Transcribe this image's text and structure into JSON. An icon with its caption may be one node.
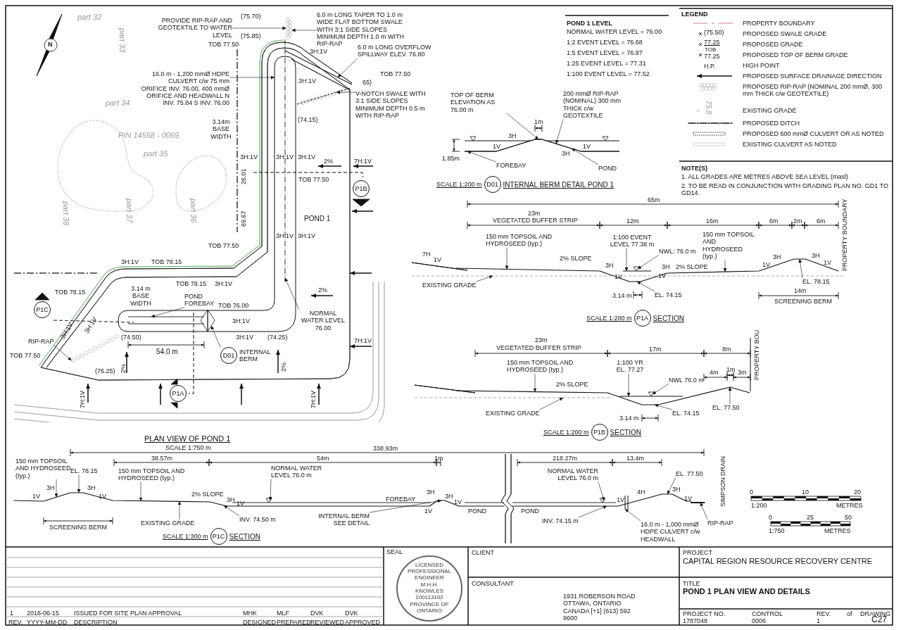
{
  "diagram": {
    "nodes": [
      {
        "text": [],
        "shape": "picture"
      },
      {
        "text": [
          "PROVIDE RIP-RAP AND GEOTEXTILE TO WATER LEVEL"
        ],
        "in": 0
      },
      {
        "text": [
          "6.0 m LONG TAPER TO 1.0 m WIDE FLAT BOTTOM SWALE WITH 3:1 SIDE SLOPES MINIMUM DEPTH 1.0 m WITH RIP-RAP"
        ],
        "in": 0
      },
      {
        "text": [
          "6.0 m LONG OVERFLOW SPILLWAY ELEV. 76.80"
        ],
        "in": 0
      },
      {
        "text": [
          "16.0 m - 1,200 mmØ HDPE CULVERT c/w 75 mm ORIFICE INV. 76.00, 400 mmØ ORIFICE AND HEADWALL N INV. 75.84 S INV. 76.00"
        ],
        "in": 0
      },
      {
        "text": [
          "V-NOTCH SWALE WITH 3:1 SIDE SLOPES MINIMUM DEPTH 0.5 m WITH RIP-RAP"
        ],
        "in": 0
      },
      {
        "text": [
          "POND FOREBAY"
        ],
        "in": 0
      },
      {
        "text": [
          "NORMAL WATER LEVEL 76.00"
        ],
        "in": 0
      },
      {
        "text": [
          "RIP-RAP"
        ],
        "in": 0
      },
      {
        "text": [
          "D01"
        ],
        "beside": [
          "INTERNAL BERM"
        ],
        "in": 0
      },
      {
        "text": [
          "P1A"
        ],
        "in": 0
      },
      {
        "text": [
          "P1B"
        ],
        "in": 0
      },
      {
        "text": [
          "P1C"
        ],
        "in": 0
      },
      {
        "text": [],
        "shape": "picture"
      },
      {
        "text": [
          "TOP OF BERM ELEVATION AS 76.00 m"
        ],
        "in": 13
      },
      {
        "text": [
          "200 mmØ RIP-RAP (NOMINAL) 300 mm THICK c/w GEOTEXTILE"
        ],
        "in": 13
      },
      {
        "text": [
          "FOREBAY"
        ],
        "in": 13
      },
      {
        "text": [
          "POND"
        ],
        "in": 13
      },
      {
        "text": [
          "D01"
        ],
        "beside": [
          "SCALE 1:200 m",
          "INTERNAL BERM DETAIL POND 1"
        ]
      },
      {
        "text": [],
        "shape": "picture"
      },
      {
        "text": [
          "150 mm TOPSOIL AND HYDROSEED (typ.)"
        ],
        "in": 19
      },
      {
        "text": [
          "EXISTING GRADE"
        ],
        "in": 19
      },
      {
        "text": [
          "1:100 EVENT LEVEL 77.38 m"
        ],
        "in": 19
      },
      {
        "text": [
          "NWL: 76.0 m"
        ],
        "in": 19
      },
      {
        "text": [
          "EL. 74.15"
        ],
        "in": 19
      },
      {
        "text": [
          "150 mm TOPSOIL AND HYDROSEED (typ.)"
        ],
        "in": 19
      },
      {
        "text": [
          "EL. 78.15"
        ],
        "in": 19
      },
      {
        "text": [
          "P1A"
        ],
        "beside": [
          "SCALE 1:200 m",
          "SECTION"
        ]
      },
      {
        "text": [],
        "shape": "picture"
      },
      {
        "text": [
          "150 mm TOPSOIL AND HYDROSEED (typ.)"
        ],
        "in": 28
      },
      {
        "text": [
          "EXISTING GRADE"
        ],
        "in": 28
      },
      {
        "text": [
          "1:100 YR EL. 77.27"
        ],
        "in": 28
      },
      {
        "text": [
          "NWL 76.0 m"
        ],
        "in": 28
      },
      {
        "text": [
          "EL. 74.15"
        ],
        "in": 28
      },
      {
        "text": [
          "EL. 77.50"
        ],
        "in": 28
      },
      {
        "text": [
          "P1B"
        ],
        "beside": [
          "SCALE 1:200 m",
          "SECTION"
        ]
      },
      {
        "text": [],
        "shape": "picture"
      },
      {
        "text": [
          "150 mm TOPSOIL AND HYDROSEED (typ.)"
        ],
        "in": 36
      },
      {
        "text": [
          "EL. 78.15"
        ],
        "in": 36
      },
      {
        "text": [
          "150 mm TOPSOIL AND HYDROSEED (typ.)"
        ],
        "in": 36
      },
      {
        "text": [
          "EXISTING GRADE"
        ],
        "in": 36
      },
      {
        "text": [
          "INV. 74.50 m"
        ],
        "in": 36
      },
      {
        "text": [
          "NORMAL WATER LEVEL 76.0 m"
        ],
        "in": 36
      },
      {
        "text": [
          "INTERNAL BERM SEE DETAIL"
        ],
        "in": 36
      },
      {
        "text": [
          "NORMAL WATER LEVEL 76.0 m"
        ],
        "in": 36
      },
      {
        "text": [
          "INV. 74.15 m"
        ],
        "in": 36
      },
      {
        "text": [
          "16.0 m - 1,000 mmØ HDPE CULVERT c/w HEADWALL"
        ],
        "in": 36
      },
      {
        "text": [
          "EL. 77.50"
        ],
        "in": 36
      },
      {
        "text": [
          "RIP-RAP"
        ],
        "in": 36
      },
      {
        "text": [
          "P1C"
        ],
        "beside": [
          "SCALE 1:300 m",
          "SECTION"
        ],
        "in": 36
      },
      {
        "text": [
          "LICENSED PROFESSIONAL ENGINEER",
          "M.H.H. KNOWLES",
          "100113102",
          "PROVINCE OF ONTARIO"
        ]
      }
    ],
    "edges": [
      {
        "from": 1,
        "to": 0,
        "arrow": "to"
      },
      {
        "from": 2,
        "to": 0,
        "arrow": "to"
      },
      {
        "from": 3,
        "to": 0,
        "arrow": "to"
      },
      {
        "from": 4,
        "to": 0,
        "arrow": "to"
      },
      {
        "from": 5,
        "to": 0,
        "arrow": "to"
      },
      {
        "from": 6,
        "to": 0,
        "arrow": "to"
      },
      {
        "from": 7,
        "to": 0,
        "arrow": "to"
      },
      {
        "from": 8,
        "to": 0,
        "arrow": "to"
      },
      {
        "from": 9,
        "to": 0,
        "arrow": "to"
      },
      {
        "from": 14,
        "to": 13,
        "arrow": "to"
      },
      {
        "from": 15,
        "to": 13,
        "arrow": "to"
      },
      {
        "from": 16,
        "to": 13,
        "arrow": "to"
      },
      {
        "from": 17,
        "to": 13,
        "arrow": "to"
      },
      {
        "from": 20,
        "to": 19,
        "arrow": "to"
      },
      {
        "from": 21,
        "to": 19,
        "arrow": "to"
      },
      {
        "from": 22,
        "to": 19,
        "arrow": "to"
      },
      {
        "from": 23,
        "to": 19,
        "arrow": "to"
      },
      {
        "from": 24,
        "to": 19,
        "arrow": "to"
      },
      {
        "from": 25,
        "to": 19,
        "arrow": "to"
      },
      {
        "from": 26,
        "to": 19,
        "arrow": "to"
      },
      {
        "from": 29,
        "to": 28,
        "arrow": "to"
      },
      {
        "from": 30,
        "to": 28,
        "arrow": "to"
      },
      {
        "from": 31,
        "to": 28,
        "arrow": "to"
      },
      {
        "from": 32,
        "to": 28,
        "arrow": "to"
      },
      {
        "from": 33,
        "to": 28,
        "arrow": "to"
      },
      {
        "from": 34,
        "to": 28,
        "arrow": "to"
      },
      {
        "from": 37,
        "to": 36,
        "arrow": "to"
      },
      {
        "from": 38,
        "to": 36,
        "arrow": "to"
      },
      {
        "from": 39,
        "to": 36,
        "arrow": "to"
      },
      {
        "from": 40,
        "to": 36,
        "arrow": "to"
      },
      {
        "from": 41,
        "to": 36,
        "arrow": "to"
      },
      {
        "from": 42,
        "to": 36,
        "arrow": "to"
      },
      {
        "from": 43,
        "to": 36,
        "arrow": "to"
      },
      {
        "from": 44,
        "to": 36,
        "arrow": "to"
      },
      {
        "from": 45,
        "to": 36,
        "arrow": "to"
      },
      {
        "from": 46,
        "to": 36,
        "arrow": "to"
      },
      {
        "from": 47,
        "to": 36,
        "arrow": "to"
      },
      {
        "from": 48,
        "to": 36,
        "arrow": "to"
      }
    ],
    "labels": [
      "(75.70)",
      "(75.85)",
      "TOB 77.50",
      "3H:1V",
      "3H:1V",
      "(74.15)",
      "TOB 77.50",
      "65)",
      "7H:1V",
      "part 32",
      "part 33",
      "part 34",
      "PIN 14558 - 0069",
      "part 35",
      "part 38",
      "part 37",
      "part 36",
      "3.14m BASE WIDTH",
      "3H:1V",
      "3H:1V",
      "3H:1V",
      "2%",
      "26.01",
      "TOB 77.50",
      "69.67",
      "POND 1",
      "3H:1V",
      "TOB 77.50",
      "3H:1V",
      "3H:1V",
      "TOB 78.15",
      "TOB 78.15",
      "3H:1V",
      "TOB 78.15",
      "3.14 m BASE WIDTH",
      "3H:1V",
      "(74.50)",
      "3H:1V",
      "TOB 76.00",
      "(74.25)",
      "2%",
      "54.0 m",
      "3H:1V",
      "3H:1V",
      "TOB 77.50",
      "(76.25)",
      "2%",
      "2%",
      "7H:1V",
      "7H:1V",
      "7H:1V",
      "PLAN VIEW OF POND 1",
      "SCALE 1:750 m",
      "POND 1 LEVEL",
      "NORMAL WATER LEVEL = 76.00",
      "1:2 EVENT LEVEL = 76.68",
      "1:5 EVENT LEVEL = 76.97",
      "1:25 EVENT LEVEL = 77.31",
      "1:100 EVENT LEVEL = 77.52",
      "1m",
      "1V",
      "3H",
      "3H",
      "1V",
      "1.85m",
      "LEGEND",
      "(75.50)",
      "77.25",
      "TOB",
      "77.25",
      "H.P.",
      "75.8",
      "NOTE(S)",
      "1. ALL GRADES ARE METRES ABOVE SEA LEVEL (masl)",
      "2. TO BE READ IN CONJUNCTION WITH GRADING PLAN NO. GD1 TO GD14.",
      "65m",
      "23m",
      "VEGETATED BUFFER STRIP",
      "12m",
      "16m",
      "6m",
      "2m",
      "6m",
      "7H",
      "1V",
      "2% SLOPE",
      "3H",
      "1V",
      "1V",
      "3H",
      "2% SLOPE",
      "1V",
      "3H",
      "3H",
      "1V",
      "3.14 m",
      "14m",
      "SCREENING BERM",
      "PROPERTY BOUNDARY",
      "23m",
      "VEGETATED BUFFER STRIP",
      "17m",
      "8m",
      "4m",
      "1m",
      "3m",
      "2% SLOPE",
      "3.14 m",
      "PROPERTY BOU",
      "338.93m",
      "38.57m",
      "54m",
      "1m",
      "218.27m",
      "13.4m",
      "1V",
      "3H",
      "3H",
      "1V",
      "2% SLOPE",
      "SCREENING BERM",
      "3H",
      "1V",
      "FOREBAY",
      "1V",
      "3H",
      "3H",
      "1V",
      "POND",
      "POND",
      "1V",
      "4H",
      "3H",
      "1V",
      "SIMPSON DRAIN",
      "0",
      "10",
      "20",
      "1:200",
      "METRES",
      "0",
      "25",
      "50",
      "1:750",
      "METRES",
      "1",
      "2018-06-15",
      "ISSUED FOR SITE PLAN APPROVAL",
      "MHK",
      "MLF",
      "DVK",
      "DVK",
      "REV.",
      "YYYY-MM-DD",
      "DESCRIPTION",
      "DESIGNED",
      "PREPARED",
      "REVIEWED",
      "APPROVED",
      "SEAL",
      "CLIENT",
      "CONSULTANT",
      "1931 ROBERSON ROAD OTTAWA, ONTARIO CANADA [+1] (613) 592 9600",
      "PROJECT",
      "CAPITAL REGION RESOURCE RECOVERY CENTRE",
      "TITLE",
      "POND 1 PLAN VIEW AND DETAILS",
      "PROJECT NO.",
      "1787048",
      "CONTROL",
      "0006",
      "REV.",
      "1",
      "of",
      "DRAWING",
      "C27",
      "N"
    ],
    "legend": [
      {
        "text": "PROPERTY BOUNDARY"
      },
      {
        "text": "PROPOSED SWALE GRADE"
      },
      {
        "text": "PROPOSED GRADE"
      },
      {
        "text": "PROPOSED TOP OF BERM GRADE"
      },
      {
        "text": "HIGH POINT"
      },
      {
        "text": "PROPOSED SURFACE DRAINAGE DIRECTION"
      },
      {
        "text": "PROPOSED RIP-RAP (NOMINAL 200 mmØ, 300 mm THICK c/w GEOTEXTILE)"
      },
      {
        "text": "EXISTING GRADE"
      },
      {
        "text": "PROPOSED DITCH"
      },
      {
        "text": "PROPOSED 600 mmØ CULVERT OR AS NOTED"
      },
      {
        "text": "EXISTING CULVERT AS NOTED"
      }
    ]
  }
}
